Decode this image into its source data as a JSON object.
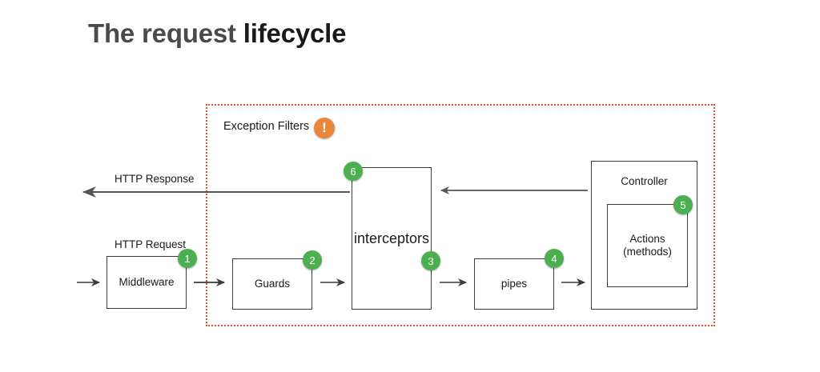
{
  "page": {
    "background_color": "#ffffff",
    "title_part_light": "The request",
    "title_part_dark": " lifecycle"
  },
  "diagram": {
    "type": "flow-diagram",
    "exception_region": {
      "label": "Exception Filters",
      "badge_icon": "warning-exclamation-icon",
      "badge_glyph": "!",
      "badge_color": "#e8873a",
      "border_color": "#e8502b",
      "border_style": "dotted"
    },
    "flow_labels": {
      "response": "HTTP Response",
      "request": "HTTP Request"
    },
    "nodes": [
      {
        "id": "middleware",
        "label": "Middleware",
        "badge": "1"
      },
      {
        "id": "guards",
        "label": "Guards",
        "badge": "2"
      },
      {
        "id": "interceptors",
        "label": "interceptors",
        "badge_in": "3",
        "badge_out": "6"
      },
      {
        "id": "pipes",
        "label": "pipes",
        "badge": "4"
      },
      {
        "id": "controller",
        "label": "Controller",
        "badge": null
      },
      {
        "id": "actions",
        "label": "Actions\n(methods)",
        "badge": "5"
      }
    ],
    "node_labels": {
      "middleware": "Middleware",
      "guards": "Guards",
      "interceptors": "interceptors",
      "pipes": "pipes",
      "controller": "Controller",
      "actions_line1": "Actions",
      "actions_line2": "(methods)"
    },
    "badges": {
      "one": "1",
      "two": "2",
      "three": "3",
      "four": "4",
      "five": "5",
      "six": "6",
      "color": "#4caf50"
    },
    "arrows": [
      {
        "from": "entry",
        "to": "middleware",
        "direction": "right"
      },
      {
        "from": "middleware",
        "to": "guards",
        "direction": "right"
      },
      {
        "from": "guards",
        "to": "interceptors",
        "direction": "right"
      },
      {
        "from": "interceptors",
        "to": "pipes",
        "direction": "right"
      },
      {
        "from": "pipes",
        "to": "controller",
        "direction": "right"
      },
      {
        "from": "controller",
        "to": "interceptors",
        "direction": "left"
      },
      {
        "from": "interceptors",
        "to": "exit",
        "direction": "left"
      }
    ]
  }
}
